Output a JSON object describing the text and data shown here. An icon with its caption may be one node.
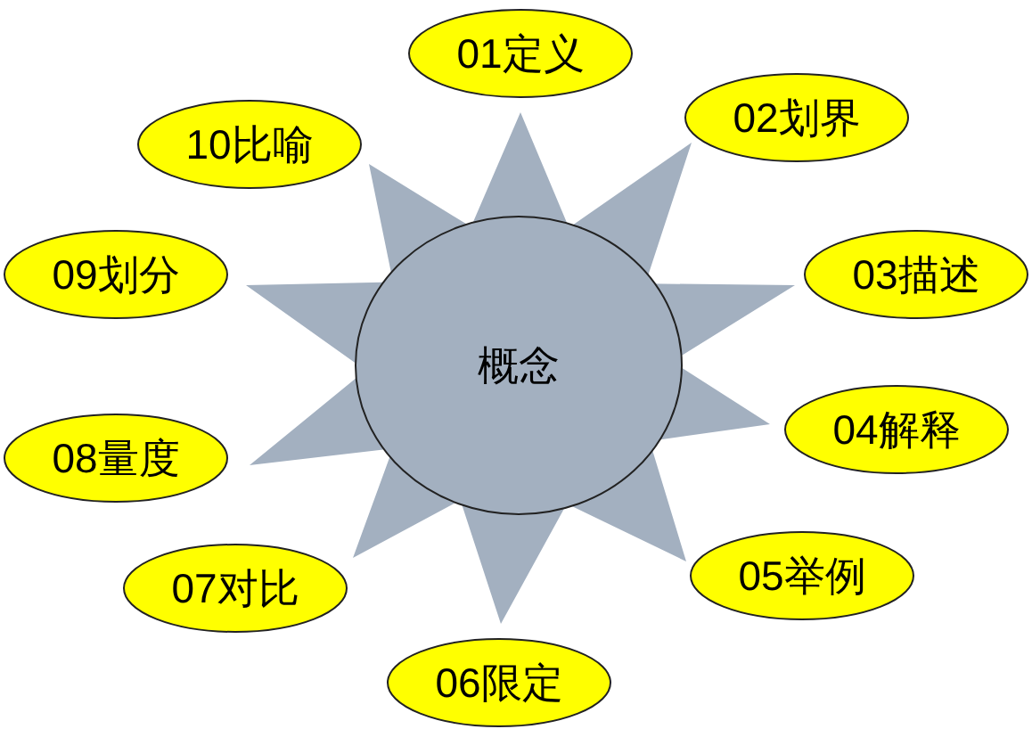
{
  "diagram": {
    "nodes": [
      {
        "text": [
          "概念"
        ]
      },
      {
        "text": [
          "01定义"
        ]
      },
      {
        "text": [
          "02划界"
        ]
      },
      {
        "text": [
          "03描述"
        ]
      },
      {
        "text": [
          "04解释"
        ]
      },
      {
        "text": [
          "05举例"
        ]
      },
      {
        "text": [
          "06限定"
        ]
      },
      {
        "text": [
          "07对比"
        ]
      },
      {
        "text": [
          "08量度"
        ]
      },
      {
        "text": [
          "09划分"
        ]
      },
      {
        "text": [
          "10比喻"
        ]
      }
    ]
  }
}
